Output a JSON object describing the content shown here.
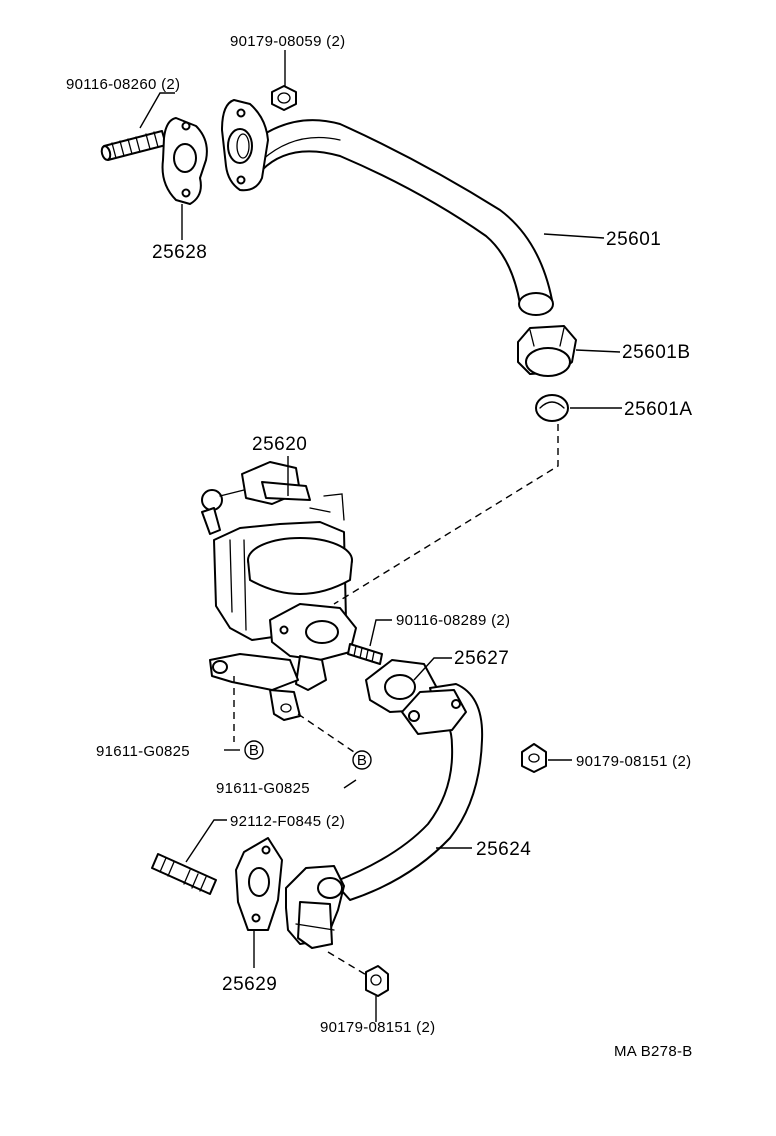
{
  "diagram": {
    "labels": {
      "nut_top": "90179-08059 (2)",
      "stud_top": "90116-08260 (2)",
      "gasket_top": "25628",
      "pipe_upper": "25601",
      "union_nut": "25601B",
      "plug": "25601A",
      "egr_valve": "25620",
      "stud_mid": "90116-08289 (2)",
      "gasket_mid": "25627",
      "bolt_b1": "91611-G0825",
      "bolt_b2": "91611-G0825",
      "nut_right": "90179-08151 (2)",
      "stud_low": "92112-F0845 (2)",
      "pipe_lower": "25624",
      "gasket_low": "25629",
      "nut_bottom": "90179-08151 (2)",
      "ref_code": "MA B278-B"
    },
    "markers": {
      "b1": "B",
      "b2": "B"
    }
  }
}
